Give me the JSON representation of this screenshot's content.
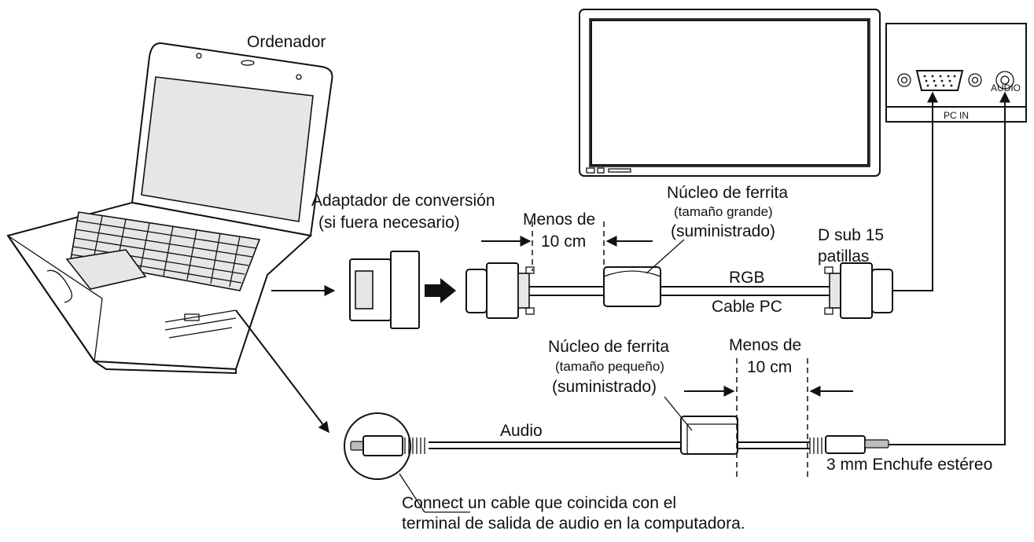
{
  "labels": {
    "computer": "Ordenador",
    "adapter_line1": "Adaptador de conversión",
    "adapter_line2": "(si fuera necesario)",
    "menos_de_1": "Menos de",
    "cm10_1": "10 cm",
    "ferrite_large_line1": "Núcleo de ferrita",
    "ferrite_large_line2": "(tamaño grande)",
    "ferrite_large_line3": "(suministrado)",
    "dsub_line1": "D sub 15",
    "dsub_line2": "patillas",
    "rgb": "RGB",
    "pc_cable": "Cable PC",
    "ferrite_small_line1": "Núcleo de ferrita",
    "ferrite_small_line2": "(tamaño pequeño)",
    "ferrite_small_line3": "(suministrado)",
    "menos_de_2": "Menos de",
    "cm10_2": "10 cm",
    "audio": "Audio",
    "stereo_plug": "3 mm Enchufe estéreo",
    "note_line1": "Connect un cable que coincida con el",
    "note_line2": "terminal de salida de audio en la computadora.",
    "panel_audio": "AUDIO",
    "panel_pc_in": "PC IN"
  }
}
